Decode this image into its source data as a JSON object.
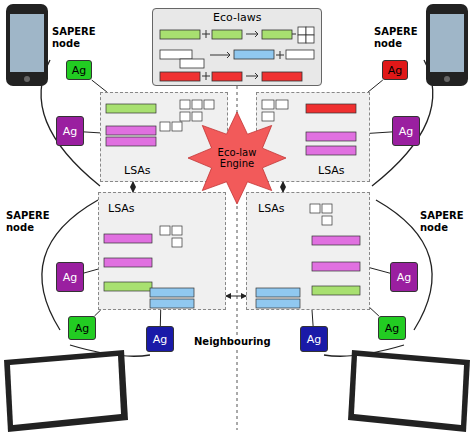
{
  "diagram": {
    "nodes": [
      {
        "text": [
          "Eco-laws"
        ]
      },
      {
        "text": [
          "LSAs"
        ]
      },
      {
        "text": [
          "LSAs"
        ]
      },
      {
        "text": [
          "Eco-law Engine"
        ]
      },
      {
        "text": [
          "LSAs"
        ]
      },
      {
        "text": [
          "LSAs"
        ]
      },
      {
        "text": [
          "Ag"
        ]
      },
      {
        "text": [
          "Ag"
        ]
      },
      {
        "text": [
          "Ag"
        ]
      },
      {
        "text": [
          "Ag"
        ]
      },
      {
        "text": [
          "Ag"
        ]
      },
      {
        "text": [
          "Ag"
        ]
      },
      {
        "text": [
          "Ag"
        ]
      },
      {
        "text": [
          "Ag"
        ]
      },
      {
        "text": [
          "Ag"
        ]
      },
      {
        "text": [
          "Ag"
        ]
      }
    ],
    "edges": [
      {
        "from": 6,
        "to": 1,
        "arrow": "none"
      },
      {
        "from": 8,
        "to": 1,
        "arrow": "none"
      },
      {
        "from": 7,
        "to": 2,
        "arrow": "none"
      },
      {
        "from": 9,
        "to": 2,
        "arrow": "none"
      },
      {
        "from": 10,
        "to": 4,
        "arrow": "none"
      },
      {
        "from": 12,
        "to": 4,
        "arrow": "none"
      },
      {
        "from": 14,
        "to": 4,
        "arrow": "none"
      },
      {
        "from": 11,
        "to": 5,
        "arrow": "none"
      },
      {
        "from": 13,
        "to": 5,
        "arrow": "none"
      },
      {
        "from": 15,
        "to": 5,
        "arrow": "none"
      },
      {
        "from": 1,
        "to": 4,
        "arrow": "both"
      },
      {
        "from": 2,
        "to": 5,
        "arrow": "both"
      },
      {
        "from": 4,
        "to": 5,
        "arrow": "both"
      }
    ],
    "labels": [
      "SAPERE node",
      "SAPERE node",
      "SAPERE node",
      "SAPERE node",
      "Neighbouring"
    ]
  }
}
